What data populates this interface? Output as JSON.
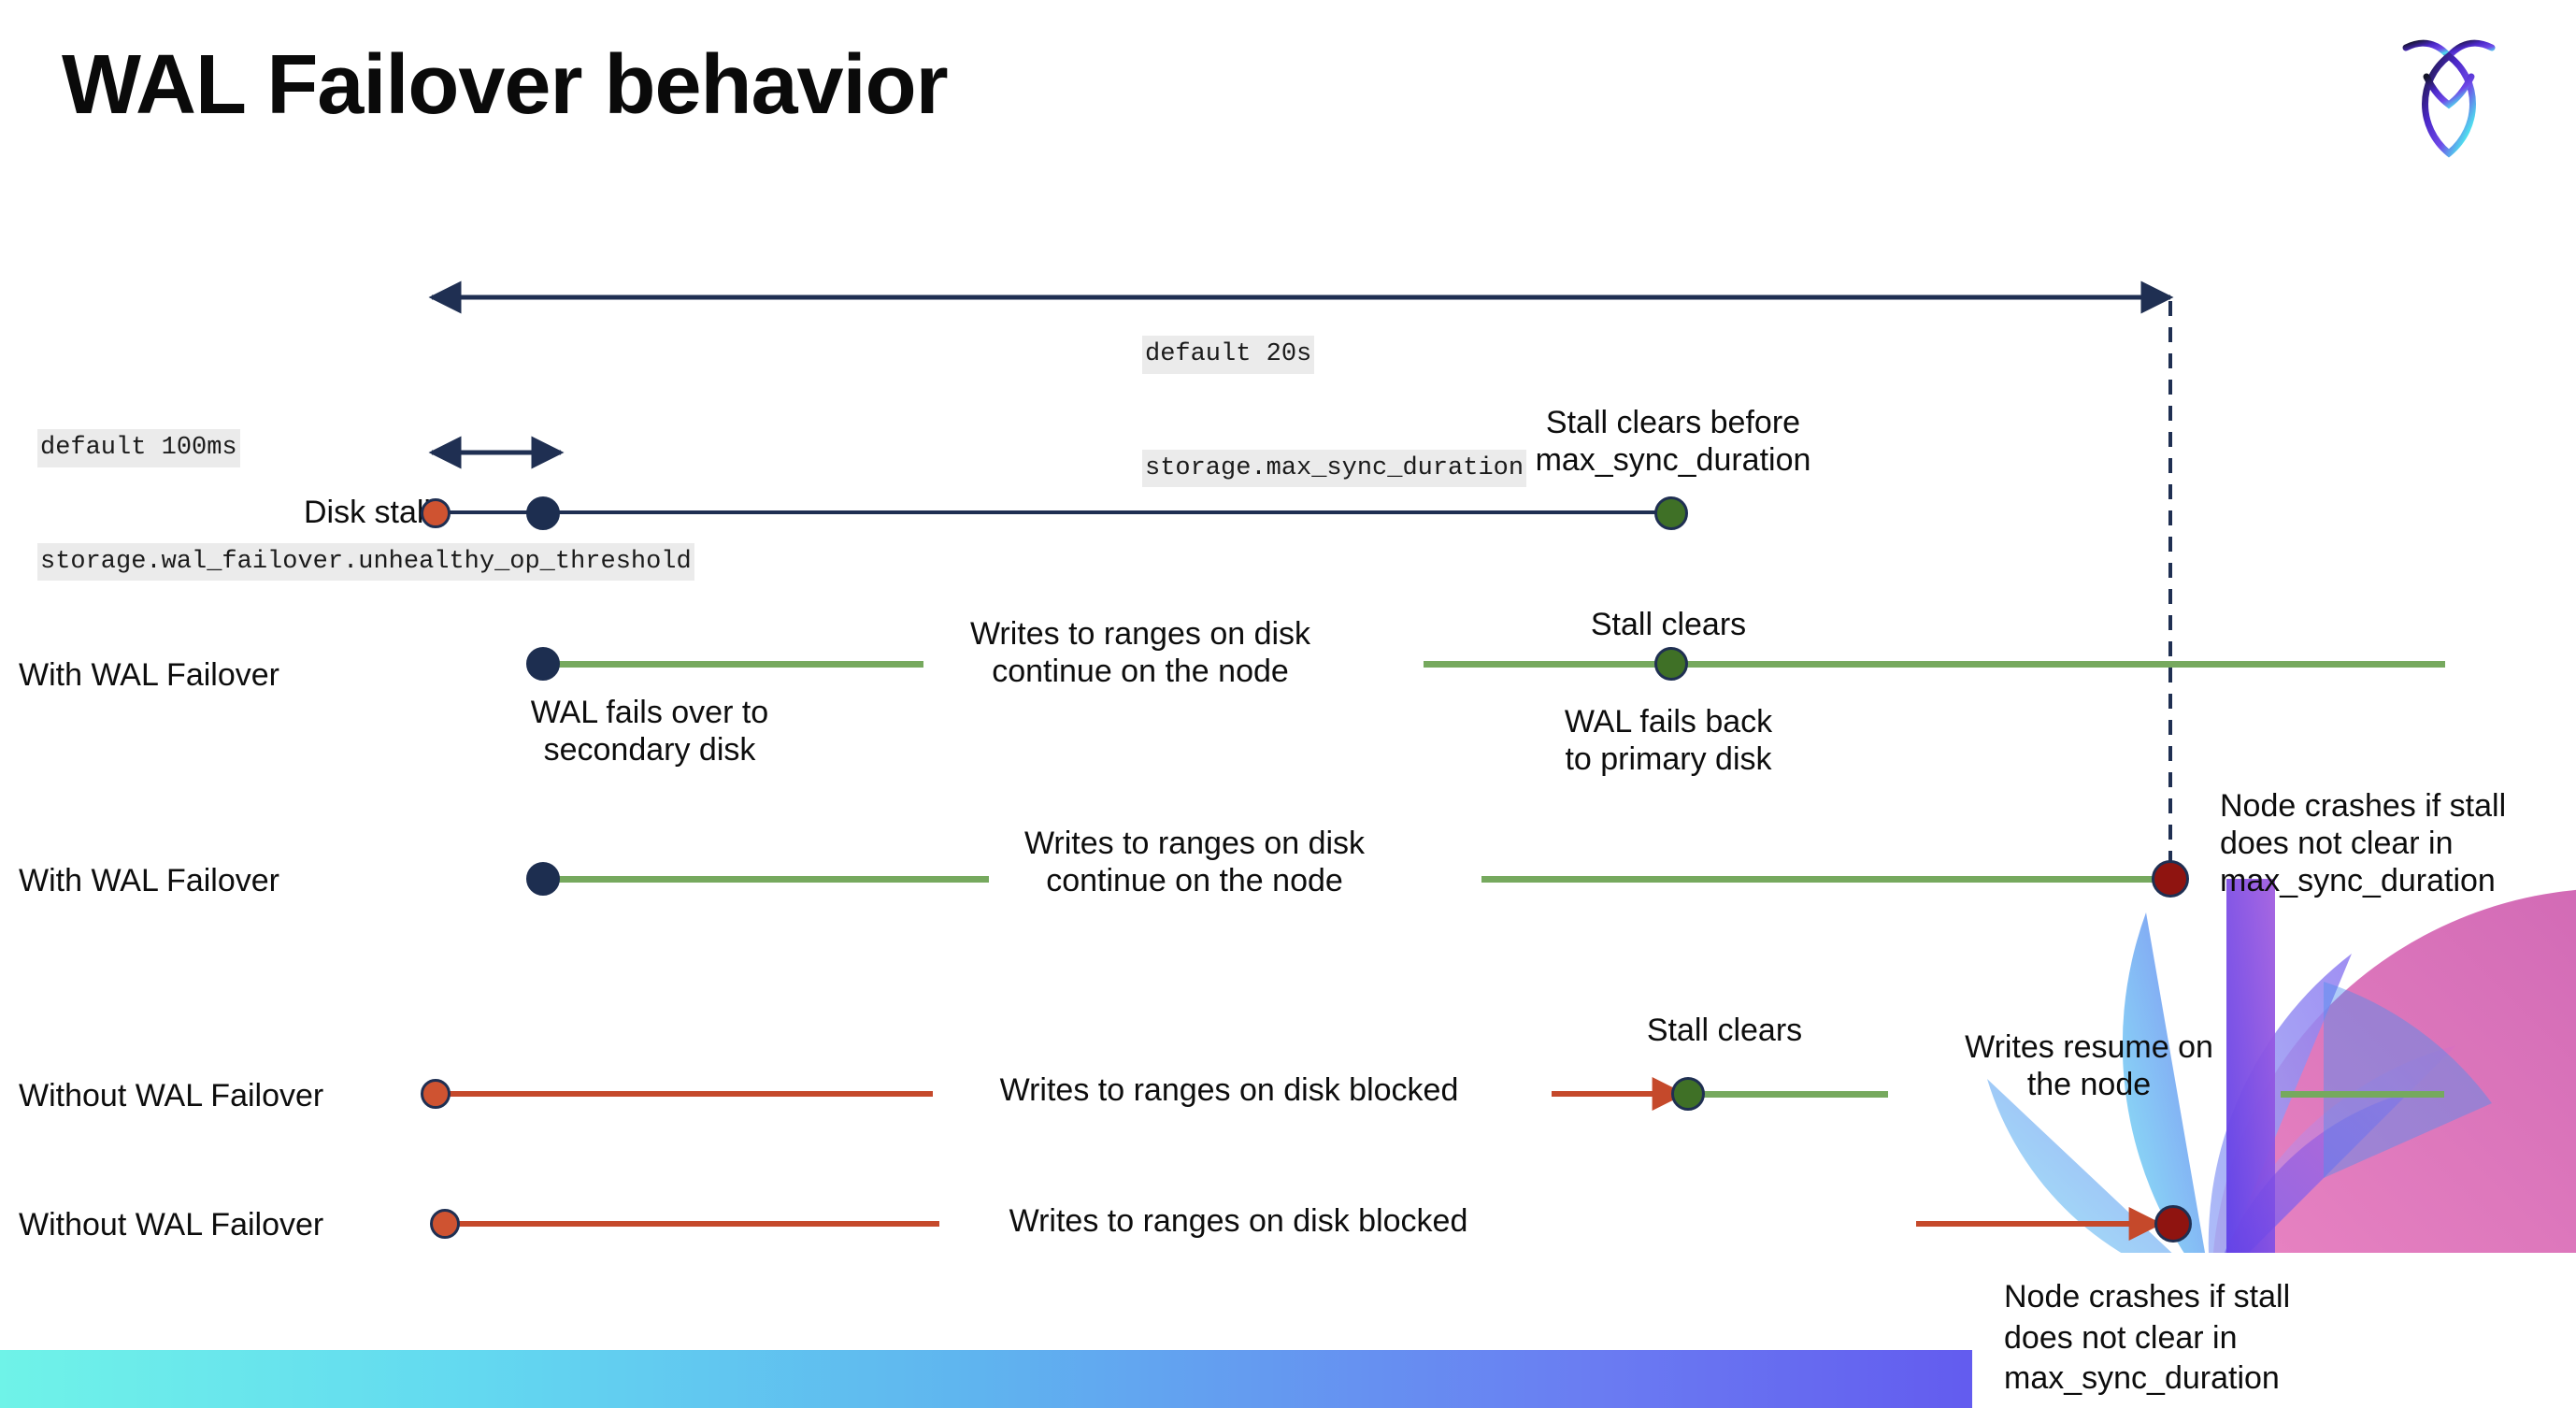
{
  "slide": {
    "title": "WAL Failover behavior",
    "logo_name": "cockroachdb-logo"
  },
  "annotations": {
    "max_sync": {
      "line1": "default 20s",
      "line2": "storage.max_sync_duration"
    },
    "unhealthy_threshold": {
      "line1": "default 100ms",
      "line2": "storage.wal_failover.unhealthy_op_threshold"
    }
  },
  "rows": [
    {
      "id": "disk-stalls",
      "label": "Disk stalls",
      "notes": [
        {
          "id": "stall-clears-before",
          "text": "Stall clears before\nmax_sync_duration"
        }
      ]
    },
    {
      "id": "with-wal-failover-1",
      "label": "With WAL Failover",
      "notes": [
        {
          "id": "wal-fails-over",
          "text": "WAL fails over to\nsecondary disk"
        },
        {
          "id": "writes-continue-1",
          "text": "Writes to ranges on disk\ncontinue on the node"
        },
        {
          "id": "stall-clears-1",
          "text": "Stall clears"
        },
        {
          "id": "wal-fails-back",
          "text": "WAL fails  back\nto primary disk"
        }
      ]
    },
    {
      "id": "with-wal-failover-2",
      "label": "With WAL Failover",
      "notes": [
        {
          "id": "writes-continue-2",
          "text": "Writes to ranges on disk\ncontinue on the node"
        },
        {
          "id": "node-crashes-1",
          "text": "Node crashes if stall\ndoes not clear in\nmax_sync_duration"
        }
      ]
    },
    {
      "id": "without-wal-failover-1",
      "label": "Without WAL Failover",
      "notes": [
        {
          "id": "writes-blocked-1",
          "text": "Writes to ranges on disk  blocked"
        },
        {
          "id": "stall-clears-2",
          "text": "Stall clears"
        },
        {
          "id": "writes-resume",
          "text": "Writes resume on\nthe node"
        }
      ]
    },
    {
      "id": "without-wal-failover-2",
      "label": "Without WAL Failover",
      "notes": [
        {
          "id": "writes-blocked-2",
          "text": "Writes to ranges on disk  blocked"
        },
        {
          "id": "node-crashes-2",
          "text": "Node crashes if stall\ndoes not clear in\nmax_sync_duration"
        }
      ]
    }
  ],
  "colors": {
    "navy": "#1f2f52",
    "green_line": "#76a95e",
    "red_line": "#c5492b",
    "dot_orange": "#cf5331",
    "dot_green": "#3f7026",
    "dot_darkred": "#8f1410",
    "tag_background": "#ebebeb",
    "title": "#0a0a0a"
  }
}
